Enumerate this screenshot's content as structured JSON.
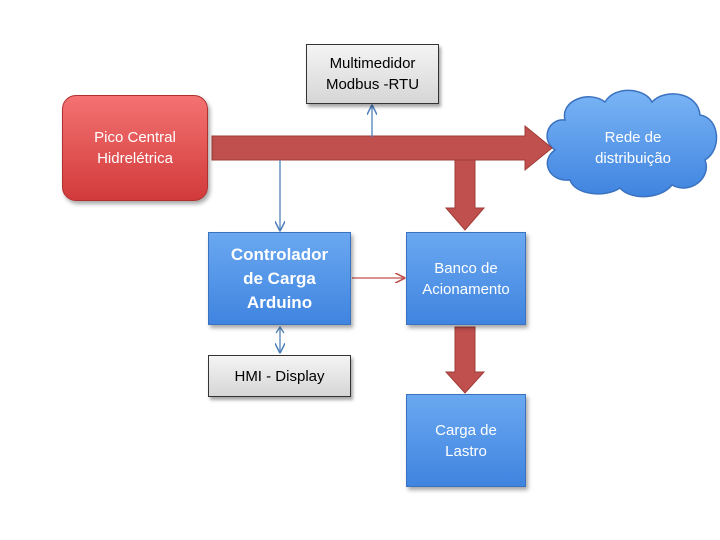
{
  "nodes": {
    "multimedidor": "Multimedidor\nModbus -RTU",
    "pico_central": "Pico Central\nHidrelétrica",
    "rede": "Rede de\ndistribuição",
    "controlador": "Controlador\nde Carga\nArduino",
    "banco": "Banco de\nAcionamento",
    "hmi": "HMI - Display",
    "carga": "Carga de\nLastro"
  },
  "colors": {
    "power_arrow": "#c0504d",
    "signal_line": "#4f81bd",
    "control_line": "#c0504d"
  }
}
